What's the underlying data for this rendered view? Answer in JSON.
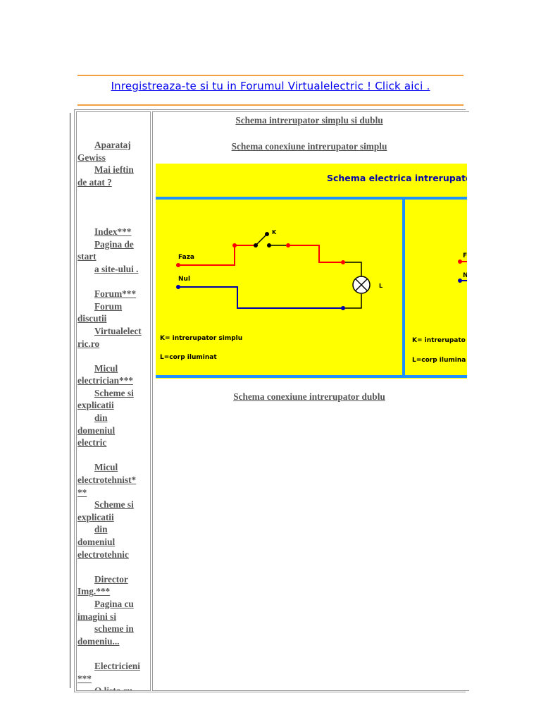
{
  "banner": {
    "text": "Inregistreaza-te si tu in Forumul Virtualelectric ! Click aici ."
  },
  "sidebar": {
    "groups": [
      {
        "lines": [
          {
            "text": "Aparataj",
            "indent": true
          },
          {
            "text": "Gewiss",
            "indent": false
          },
          {
            "text": "Mai ieftin",
            "indent": true
          },
          {
            "text": "de atat ?",
            "indent": false
          }
        ]
      },
      {
        "lines": [
          {
            "text": "",
            "indent": false
          }
        ]
      },
      {
        "lines": [
          {
            "text": "Index***",
            "indent": true
          },
          {
            "text": "Pagina de",
            "indent": true
          },
          {
            "text": "start",
            "indent": false
          },
          {
            "text": "a site-ului .",
            "indent": true
          }
        ]
      },
      {
        "lines": [
          {
            "text": "Forum***",
            "indent": true
          },
          {
            "text": "Forum",
            "indent": true
          },
          {
            "text": "discutii",
            "indent": false
          },
          {
            "text": "Virtualelect",
            "indent": true
          },
          {
            "text": "ric.ro",
            "indent": false
          }
        ]
      },
      {
        "lines": [
          {
            "text": "Micul",
            "indent": true
          },
          {
            "text": "electrician***",
            "indent": false
          },
          {
            "text": "Scheme si",
            "indent": true
          },
          {
            "text": "explicatii",
            "indent": false
          },
          {
            "text": "din",
            "indent": true
          },
          {
            "text": "domeniul",
            "indent": false
          },
          {
            "text": "electric",
            "indent": false
          }
        ]
      },
      {
        "lines": [
          {
            "text": "Micul",
            "indent": true
          },
          {
            "text": "electrotehnist*",
            "indent": false
          },
          {
            "text": "**",
            "indent": false
          },
          {
            "text": "Scheme si",
            "indent": true
          },
          {
            "text": "explicatii",
            "indent": false
          },
          {
            "text": "din",
            "indent": true
          },
          {
            "text": "domeniul",
            "indent": false
          },
          {
            "text": "electrotehnic",
            "indent": false
          }
        ]
      },
      {
        "lines": [
          {
            "text": "Director",
            "indent": true
          },
          {
            "text": "Img.***",
            "indent": false
          },
          {
            "text": "Pagina cu",
            "indent": true
          },
          {
            "text": "imagini si",
            "indent": false
          },
          {
            "text": "scheme in",
            "indent": true
          },
          {
            "text": "domeniu...",
            "indent": false
          }
        ]
      },
      {
        "lines": [
          {
            "text": "Electricieni",
            "indent": true
          },
          {
            "text": "***",
            "indent": false
          },
          {
            "text": "O lista cu",
            "indent": true
          }
        ]
      }
    ]
  },
  "main": {
    "title_link": "Schema intrerupator simplu si dublu",
    "simplu_link": "Schema conexiune intrerupator simplu",
    "dublu_link": "Schema conexiune intrerupator dublu"
  },
  "diagram": {
    "header": "Schema electrica intrerupator si",
    "faza_label": "Faza",
    "nul_label": "Nul",
    "k_label": "K",
    "l_label": "L",
    "legend_k": "K= intrerupator simplu",
    "legend_l": "L=corp iluminat",
    "right_legend_k": "K= intrerupato",
    "right_legend_l": "L=corp ilumina",
    "right_f": "F",
    "right_n": "N",
    "colors": {
      "background": "#ffff00",
      "frame": "#1e90ff",
      "phase": "#ff0000",
      "neutral": "#0000aa",
      "header_text": "#0000aa"
    }
  }
}
